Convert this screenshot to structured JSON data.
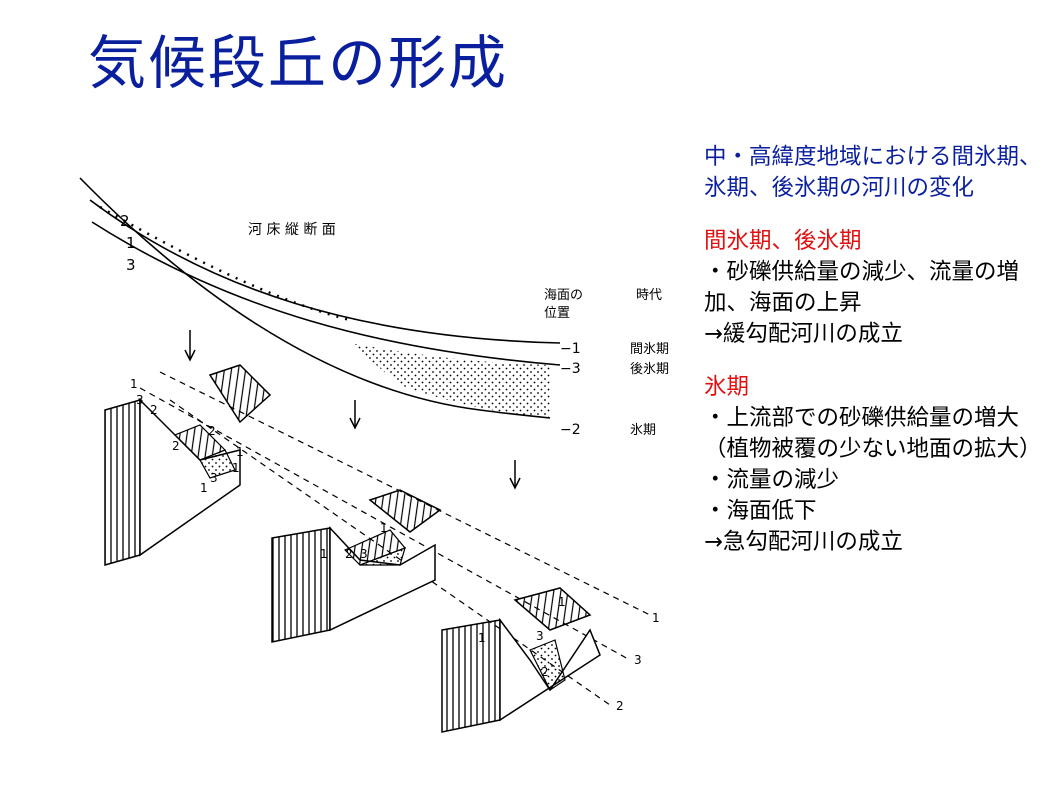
{
  "title": "気候段丘の形成",
  "figure": {
    "profile_label": "河 床 縦 断 面",
    "curve_labels": [
      "2",
      "1",
      "3"
    ],
    "sea_level_header": "海面の\n位置",
    "period_header": "時代",
    "levels": [
      {
        "mark": "−1",
        "period": "間氷期"
      },
      {
        "mark": "−3",
        "period": "後氷期"
      },
      {
        "mark": "−2",
        "period": "氷期"
      }
    ],
    "block1_labels": [
      "2",
      "1",
      "3",
      "2",
      "2",
      "3",
      "1",
      "1",
      "1"
    ],
    "block2_labels": [
      "1",
      "2",
      "3",
      "1"
    ],
    "block3_labels": [
      "1",
      "1",
      "3",
      "2"
    ],
    "right_labels": [
      "1",
      "3",
      "2"
    ]
  },
  "side": {
    "intro": "中・高緯度地域における間氷期、氷期、後氷期の河川の変化",
    "heading1": "間氷期、後氷期",
    "body1": [
      "・砂礫供給量の減少、流量の増加、海面の上昇",
      "→緩勾配河川の成立"
    ],
    "heading2": "氷期",
    "body2": [
      "・上流部での砂礫供給量の増大（植物被覆の少ない地面の拡大）",
      "・流量の減少",
      "・海面低下",
      "→急勾配河川の成立"
    ]
  },
  "colors": {
    "title": "#0a1f9e",
    "intro": "#0a1f9e",
    "heading": "#e01010",
    "body": "#000000"
  }
}
